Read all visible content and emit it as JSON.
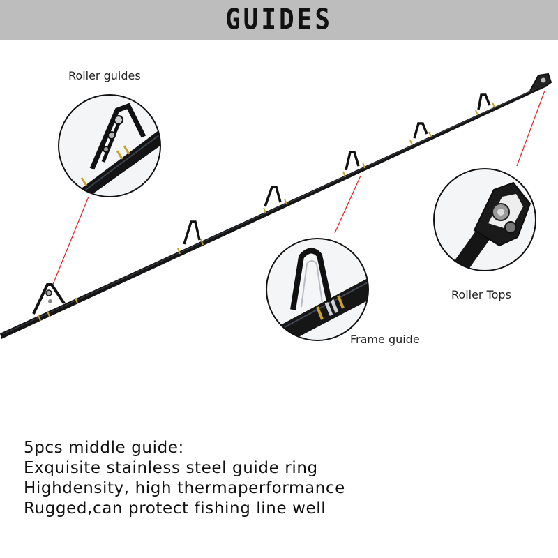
{
  "header": {
    "title": "GUIDES"
  },
  "callouts": {
    "roller_guides": "Roller guides",
    "roller_tops": "Roller Tops",
    "frame_guide": "Frame guide"
  },
  "features": {
    "lines": [
      "5pcs middle guide:",
      "Exquisite stainless steel guide ring",
      "Highdensity, high thermaperformance",
      "Rugged,can protect fishing line well"
    ]
  },
  "colors": {
    "header_bg": "#bdbdbd",
    "rod": "#111111",
    "accent_gold": "#c9a227",
    "leader_line": "#e02020"
  }
}
